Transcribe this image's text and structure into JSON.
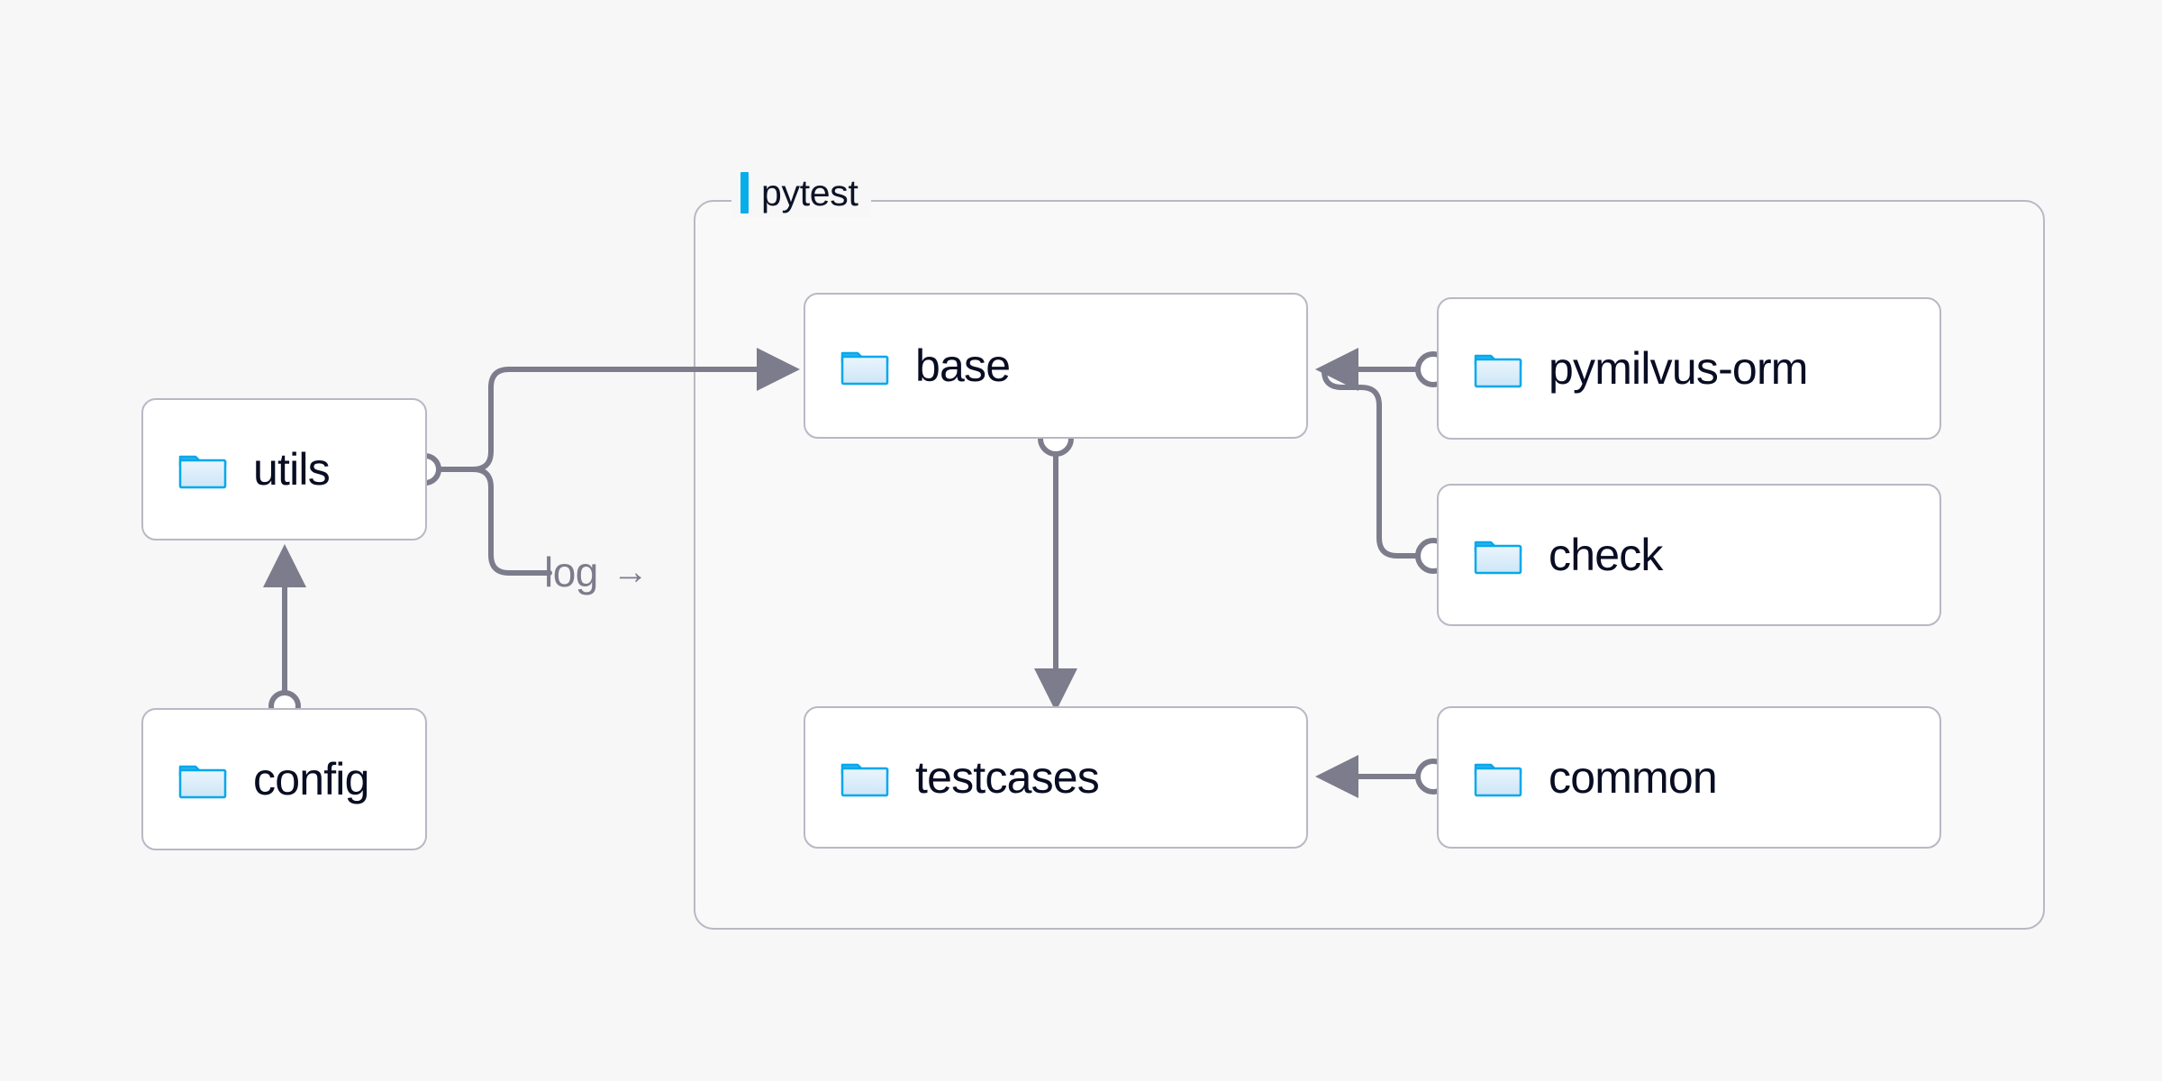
{
  "diagram": {
    "title_group": {
      "label": "pytest",
      "accent_color": "#07ade9"
    },
    "colors": {
      "canvas_background": "#f7f7f8",
      "node_background": "#ffffff",
      "node_border": "#b9b8c4",
      "edge_stroke": "#7c7c8c",
      "group_border": "#b9b8c4",
      "label_text": "#090d23",
      "edge_label_text": "#7c7c8c",
      "folder_outline": "#06a8ec",
      "folder_fill_top": "#e8f4fc",
      "folder_fill_bottom": "#cfe7f7"
    },
    "nodes": [
      {
        "id": "utils",
        "label": "utils",
        "icon": "folder-icon"
      },
      {
        "id": "config",
        "label": "config",
        "icon": "folder-icon"
      },
      {
        "id": "base",
        "label": "base",
        "icon": "folder-icon"
      },
      {
        "id": "testcases",
        "label": "testcases",
        "icon": "folder-icon"
      },
      {
        "id": "pymilvus-orm",
        "label": "pymilvus-orm",
        "icon": "folder-icon"
      },
      {
        "id": "check",
        "label": "check",
        "icon": "folder-icon"
      },
      {
        "id": "common",
        "label": "common",
        "icon": "folder-icon"
      }
    ],
    "edges": [
      {
        "from": "config",
        "to": "utils",
        "label": ""
      },
      {
        "from": "utils",
        "to": "base",
        "label": ""
      },
      {
        "from": "utils",
        "to": "pytest",
        "label": "log"
      },
      {
        "from": "base",
        "to": "testcases",
        "label": ""
      },
      {
        "from": "pymilvus-orm",
        "to": "base",
        "label": ""
      },
      {
        "from": "check",
        "to": "base",
        "label": ""
      },
      {
        "from": "common",
        "to": "testcases",
        "label": ""
      }
    ],
    "edge_labels": {
      "log": "log",
      "log_arrow": "→"
    }
  }
}
